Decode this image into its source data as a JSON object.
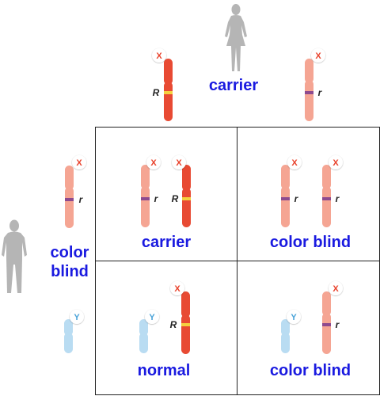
{
  "mother_phenotype": "carrier",
  "father_phenotype": "color blind",
  "chromosome_badges": {
    "x": "X",
    "y": "Y"
  },
  "alleles": {
    "dominant": "R",
    "recessive": "r"
  },
  "offspring": [
    {
      "label": "carrier"
    },
    {
      "label": "color blind"
    },
    {
      "label": "normal"
    },
    {
      "label": "color blind"
    }
  ],
  "colors": {
    "dominant_x": "#e84a33",
    "recessive_x": "#f5a593",
    "y_chromosome": "#b9dcf2",
    "dominant_band": "#f4d03f",
    "recessive_band": "#8e4a8e",
    "label_text": "#1a1ae0",
    "grid_line": "#222222",
    "silhouette": "#b5b5b5"
  }
}
